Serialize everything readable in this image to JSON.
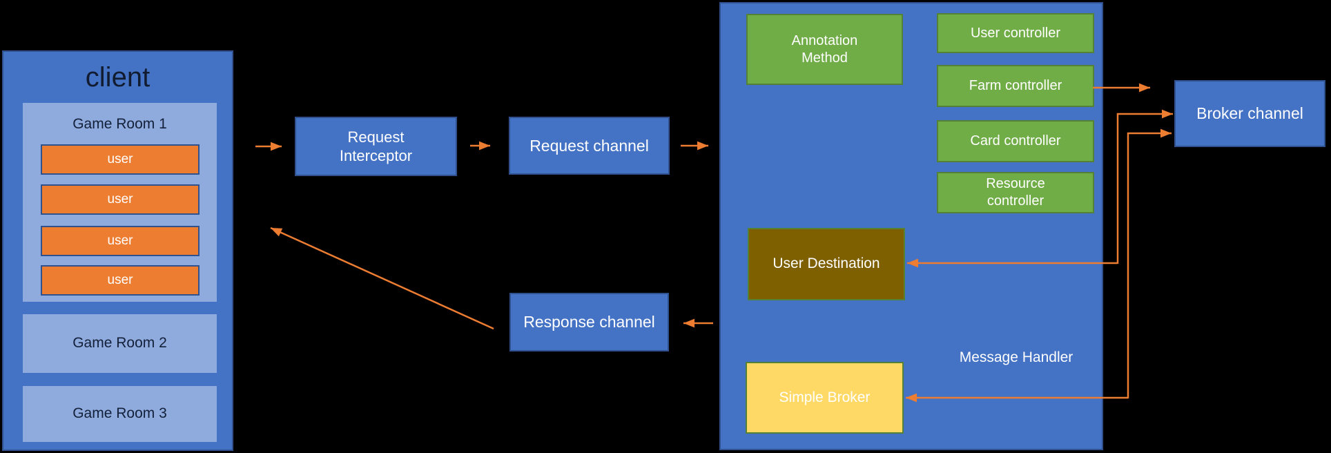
{
  "diagram": {
    "client": {
      "title": "client",
      "rooms": [
        {
          "label": "Game Room 1",
          "users": [
            "user",
            "user",
            "user",
            "user"
          ]
        },
        {
          "label": "Game Room 2",
          "users": []
        },
        {
          "label": "Game Room 3",
          "users": []
        }
      ]
    },
    "nodes": {
      "request_interceptor": "Request\nInterceptor",
      "request_channel": "Request channel",
      "response_channel": "Response channel",
      "message_handler": "Message Handler",
      "annotation_method": "Annotation\nMethod",
      "controllers": [
        "User controller",
        "Farm controller",
        "Card controller",
        "Resource\ncontroller"
      ],
      "user_destination": "User Destination",
      "simple_broker": "Simple Broker",
      "broker_channel": "Broker channel"
    },
    "connections": [
      "client -> Request Interceptor",
      "Request Interceptor -> Request channel",
      "Request channel -> Message Handler",
      "Farm controller -> Broker channel",
      "Broker channel <-> User Destination",
      "Broker channel <-> Simple Broker",
      "Message Handler -> Response channel",
      "Response channel -> client"
    ],
    "colors": {
      "background": "#000000",
      "node_blue": "#4472C4",
      "node_blue_border": "#2F528F",
      "room_light_blue": "#8FAADC",
      "arrow_orange": "#ED7D31",
      "controller_green": "#70AD47",
      "green_border": "#538135",
      "user_destination_olive": "#7F6000",
      "simple_broker_yellow": "#FFD966"
    }
  }
}
